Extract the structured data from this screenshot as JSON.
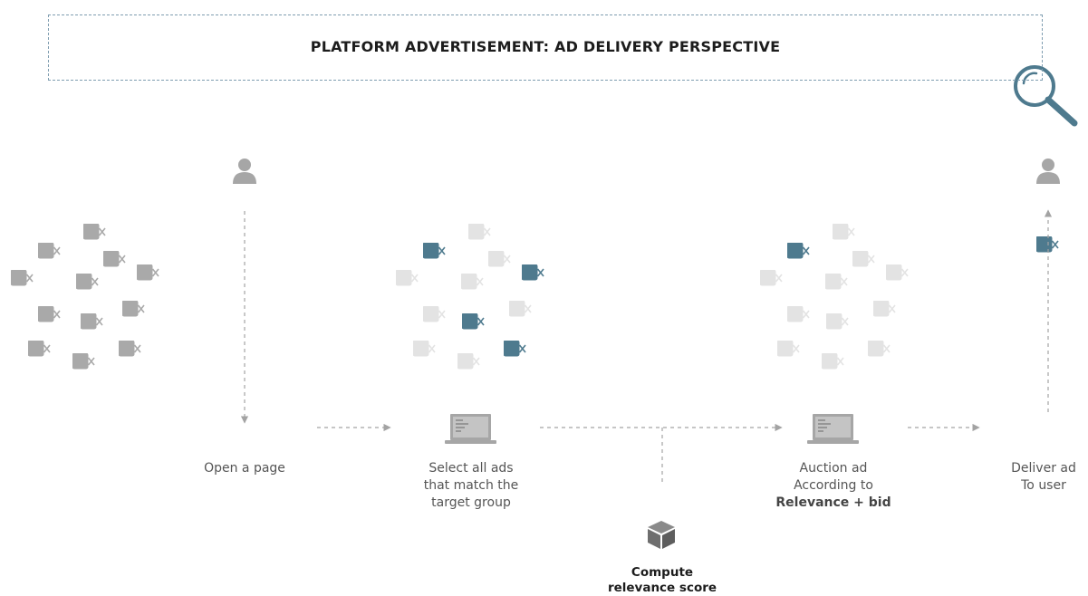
{
  "title": "PLATFORM ADVERTISEMENT: AD DELIVERY PERSPECTIVE",
  "icons": {
    "magnifier": "magnifier-icon",
    "user": "user-icon",
    "ad": "ad-icon",
    "laptop": "laptop-icon",
    "cube": "cube-icon"
  },
  "colors": {
    "ad_gray": "#a9a9a9",
    "ad_faded": "#e3e3e3",
    "ad_selected": "#4e7a8e",
    "magnifier": "#4e7a8e",
    "person": "#a6a6a6",
    "arrow": "#a3a3a3",
    "title_border": "#7f9db0"
  },
  "steps": {
    "open_page": {
      "line1": "Open a page"
    },
    "select_ads": {
      "line1": "Select all ads",
      "line2": "that match the",
      "line3": "target group"
    },
    "auction": {
      "line1": "Auction ad",
      "line2": "According to",
      "line3_bold": "Relevance + bid"
    },
    "deliver": {
      "line1": "Deliver ad",
      "line2": "To user"
    }
  },
  "compute": {
    "line1": "Compute",
    "line2": "relevance score"
  }
}
